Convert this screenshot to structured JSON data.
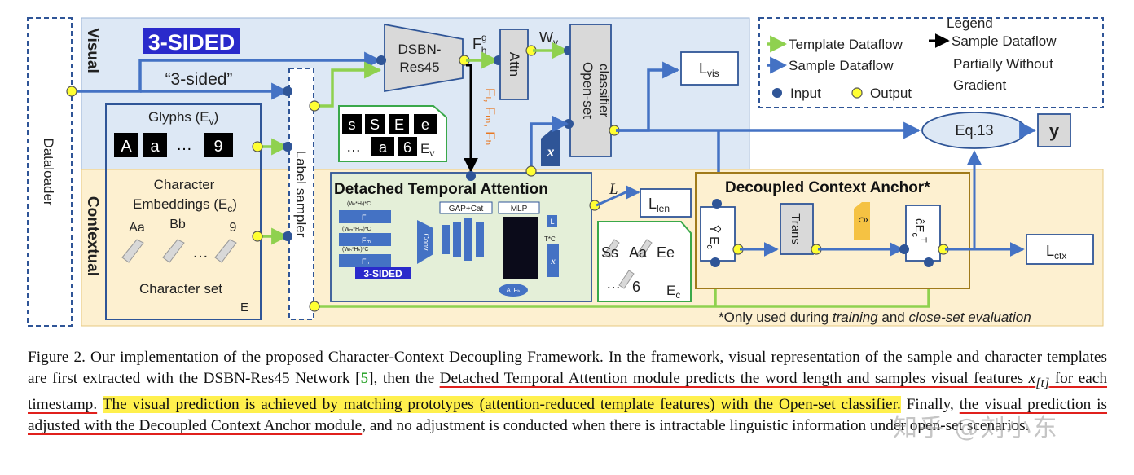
{
  "diagram": {
    "dataloader": "Dataloader",
    "label_sampler": "Label sampler",
    "visual_section": "Visual",
    "contextual_section": "Contextual",
    "sample_word_image": "3-SIDED",
    "sample_label": "“3-sided”",
    "glyphs_title": "Glyphs (E",
    "glyphs_sub": "v",
    "glyph_tiles": [
      "A",
      "a",
      "…",
      "9"
    ],
    "char_embed_line1": "Character",
    "char_embed_line2": "Embeddings (E",
    "char_embed_sub": "c",
    "char_embed_labels": [
      "Aa",
      "Bb",
      "9"
    ],
    "char_embed_dots": "…",
    "character_set": "Character set",
    "character_set_var": "E",
    "dsbn_line1": "DSBN-",
    "dsbn_line2": "Res45",
    "fh_g": "F",
    "fh_g_sup": "g",
    "fh_g_sub": "h",
    "attn": "Attn",
    "wv": "W",
    "wv_sub": "v",
    "openset_line1": "Open-set",
    "openset_line2": "classifier",
    "lvis": "L",
    "lvis_sub": "vis",
    "feature_maps": "Fₗ, Fₘ, Fₕ",
    "x_token": "x",
    "template_tiles_row1": [
      "s",
      "S",
      "E",
      "e"
    ],
    "template_tiles_row2": [
      "…",
      "a",
      "6"
    ],
    "template_ev": "E",
    "template_ev_sub": "v",
    "dta_title": "Detached Temporal Attention",
    "dta_gap": "GAP+Cat",
    "dta_mlp": "MLP",
    "dta_conv": "Conv",
    "dta_word": "3-SIDED",
    "dta_f_labels": [
      "Fₗ",
      "Fₘ",
      "Fₕ"
    ],
    "dta_dims": [
      "(Wₗ*Hₗ)*C",
      "(Wₘ*Hₘ)*C",
      "(Wₕ*Hₕ)*C"
    ],
    "dta_tc": "T*C",
    "dta_l": "L",
    "dta_x": "x",
    "dta_atfh": "AᵀFₕ",
    "l_arrow": "L",
    "llen": "L",
    "llen_sub": "len",
    "ctx_tiles": [
      "Ss",
      "Aa",
      "Ee"
    ],
    "ctx_dots": "…",
    "ctx_six": "6",
    "ctx_ec": "E",
    "ctx_ec_sub": "c",
    "dca_title": "Decoupled Context Anchor*",
    "dca_hat_ec": "Ŷ E",
    "dca_trans": "Trans",
    "dca_c_hat": "ĉ",
    "dca_cet": "ĉE",
    "lctx": "L",
    "lctx_sub": "ctx",
    "eq13": "Eq.13",
    "y": "y",
    "footnote_a": "*Only used during ",
    "footnote_b": "training",
    "footnote_c": " and ",
    "footnote_d": "close-set evaluation",
    "legend_title": "Legend",
    "legend_template": "Template Dataflow",
    "legend_sample_nograd": "Sample Dataflow",
    "legend_nograd_l2": "Partially Without",
    "legend_nograd_l3": "Gradient",
    "legend_sample": "Sample Dataflow",
    "legend_input": "Input",
    "legend_output": "Output"
  },
  "caption": {
    "lead": "Figure 2.  Our implementation of the proposed Character-Context Decoupling Framework.  In the framework, visual representation of the sample and character templates are first extracted with the DSBN-Res45 Network [",
    "ref": "5",
    "after_ref": "], then the ",
    "underline1": "Detached Temporal Attention module predicts the word length and samples visual features ",
    "math": "x",
    "math_sub": "[t]",
    "underline1_end": " for each timestamp.",
    "highlight": "The visual prediction is achieved by matching prototypes (attention-reduced template features) with the Open-set classifier.",
    "mid": " Finally, ",
    "underline2": "the visual prediction is adjusted with the Decoupled Context Anchor module",
    "tail": ", and no adjustment is conducted when there is intractable linguistic information under open-set scenarios."
  },
  "watermark": "知乎 @刘小东",
  "colors": {
    "visual_bg": "#dde8f5",
    "contextual_bg": "#fdf0d0",
    "dta_bg": "#e4efd8",
    "template_green": "#8fd14f",
    "sample_blue": "#4472c4",
    "input_dot": "#2f5597",
    "output_dot": "#ffff33",
    "highlight": "#fff04d",
    "underline": "#e0201c"
  }
}
